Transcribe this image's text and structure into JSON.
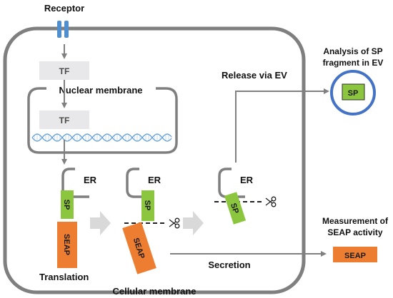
{
  "labels": {
    "receptor": "Receptor",
    "tf": "TF",
    "nuclear_membrane": "Nuclear membrane",
    "er": "ER",
    "sp": "SP",
    "seap": "SEAP",
    "translation": "Translation",
    "cellular_membrane": "Cellular membrane",
    "release_via_ev": "Release via EV",
    "secretion": "Secretion",
    "analysis_line1": "Analysis of SP",
    "analysis_line2": "fragment in EV",
    "measurement_line1": "Measurement of",
    "measurement_line2": "SEAP activity"
  },
  "colors": {
    "membrane": "#7f7f7f",
    "arrow": "#808080",
    "receptor": "#4f8fd0",
    "tf_box": "#e8e8ea",
    "dna": "#5b9bd5",
    "sp_green": "#8cc63f",
    "seap_orange": "#ed7d31",
    "ev_ring": "#4472c4",
    "stage_arrow": "#d9d9d9",
    "text": "#111111"
  },
  "icons": {
    "cleavage": "scissors-icon"
  }
}
